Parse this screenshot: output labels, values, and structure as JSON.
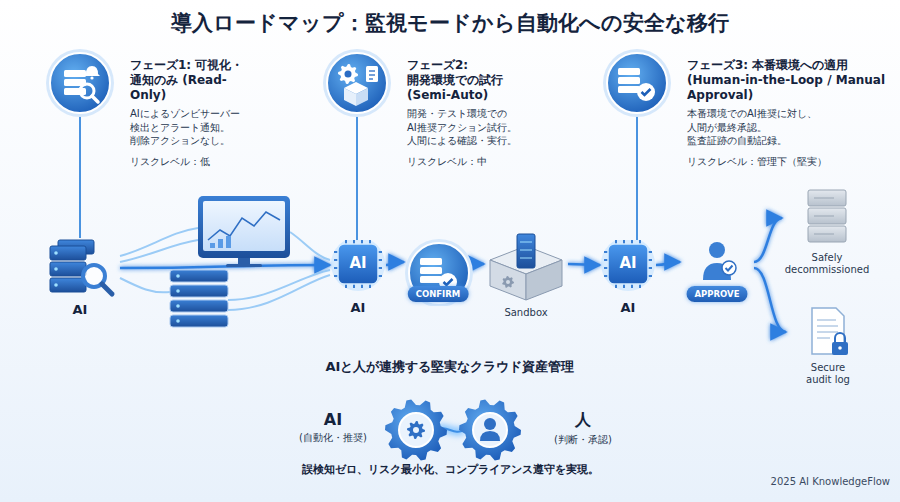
{
  "diagram": {
    "title": "導入ロードマップ：監視モードから自動化への安全な移行",
    "nodes": [
      {
        "text": [
          "フェーズ1: 可視化・通知のみ (Read-Only)",
          "AIによるゾンビサーバー 検出とアラート通知。 削除アクションなし。",
          "リスクレベル：低"
        ]
      },
      {
        "text": [
          "フェーズ2: 開発環境での試行 (Semi-Auto)",
          "開発・テスト環境での AI推奨アクション試行。 人間による確認・実行。",
          "リスクレベル：中"
        ]
      },
      {
        "text": [
          "フェーズ3: 本番環境への適用 (Human-in-the-Loop / Manual Approval)",
          "本番環境でのAI推奨に対し、 人間が最終承認。 監査証跡の自動記録。",
          "リスクレベル：管理下（堅実）"
        ]
      },
      {
        "text": [
          "AI"
        ]
      },
      {
        "text": [
          "AI",
          "AI"
        ]
      },
      {
        "text": [
          "CONFIRM"
        ]
      },
      {
        "text": [
          "Sandbox"
        ]
      },
      {
        "text": [
          "AI",
          "AI"
        ]
      },
      {
        "text": [
          "APPROVE"
        ]
      },
      {
        "text": [
          "Safely decommissioned"
        ]
      },
      {
        "text": [
          "Secure audit log"
        ]
      },
      {
        "text": [
          "AI",
          "(自動化・推奨)"
        ]
      },
      {
        "text": [
          "人",
          "(判断・承認)"
        ]
      }
    ],
    "edges": [
      {
        "from": 0,
        "to": 3,
        "arrow": "none"
      },
      {
        "from": 1,
        "to": 4,
        "arrow": "none"
      },
      {
        "from": 2,
        "to": 7,
        "arrow": "none"
      },
      {
        "from": 3,
        "to": 4,
        "arrow": "to"
      },
      {
        "from": 4,
        "to": 5,
        "arrow": "to"
      },
      {
        "from": 5,
        "to": 6,
        "arrow": "to"
      },
      {
        "from": 6,
        "to": 7,
        "arrow": "to"
      },
      {
        "from": 7,
        "to": 8,
        "arrow": "to"
      },
      {
        "from": 8,
        "to": 9,
        "arrow": "to"
      },
      {
        "from": 8,
        "to": 10,
        "arrow": "to"
      }
    ],
    "labels": [
      "AIと人が連携する堅実なクラウド資産管理",
      "誤検知ゼロ、リスク最小化、コンプライアンス遵守を実現。",
      "2025 AI KnowledgeFlow"
    ]
  }
}
